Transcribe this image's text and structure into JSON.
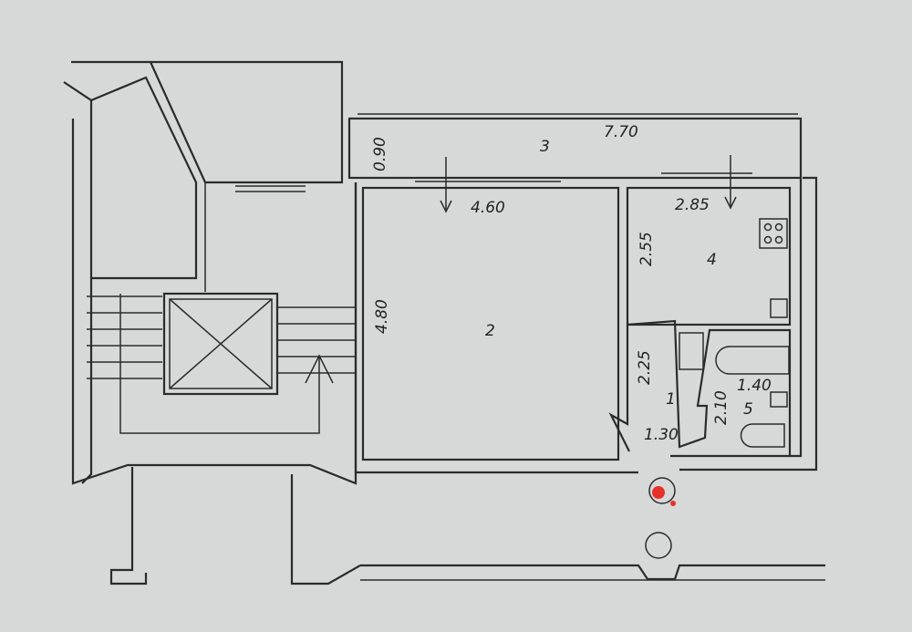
{
  "plan": {
    "rooms": [
      {
        "number": "1",
        "dimensions": [
          "2.25",
          "1.30"
        ]
      },
      {
        "number": "2",
        "dimensions": [
          "4.60",
          "4.80"
        ]
      },
      {
        "number": "3",
        "dimensions": [
          "7.70",
          "0.90"
        ]
      },
      {
        "number": "4",
        "dimensions": [
          "2.85",
          "2.55"
        ]
      },
      {
        "number": "5",
        "dimensions": [
          "1.40",
          "2.10"
        ]
      }
    ],
    "colors": {
      "background": "#d6d9d7",
      "line": "#2b2b2b",
      "marker": "#e8302a"
    }
  }
}
